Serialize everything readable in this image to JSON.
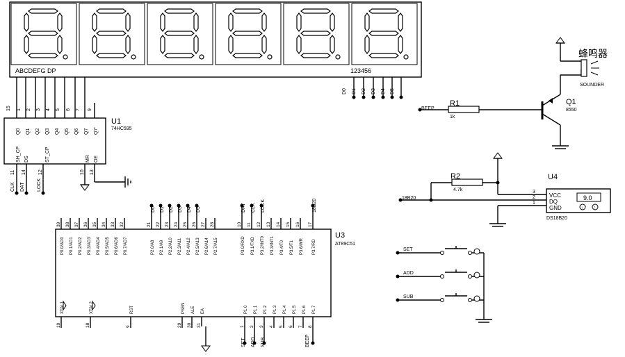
{
  "display": {
    "segment_label": "ABCDEFG DP",
    "digit_label": "123456",
    "digit_pins": [
      "D0",
      "D1",
      "D2",
      "D3",
      "D4",
      "D5"
    ]
  },
  "u1": {
    "ref": "U1",
    "part": "74HC595",
    "top_pin_nums": [
      "15",
      "1",
      "2",
      "3",
      "4",
      "5",
      "6",
      "7",
      "9"
    ],
    "top_pin_names": [
      "Q0",
      "Q1",
      "Q2",
      "Q3",
      "Q4",
      "Q5",
      "Q6",
      "Q7",
      "Q7'"
    ],
    "bottom_pin_names": [
      "SH_CP",
      "DS",
      "ST_CP",
      "MR",
      "OE"
    ],
    "bottom_pin_nums": [
      "11",
      "14",
      "12",
      "10",
      "13"
    ],
    "bottom_nets": [
      "CLK",
      "DAT",
      "LOCK"
    ]
  },
  "u3": {
    "ref": "U3",
    "part": "AT89C51",
    "top_pin_nums": [
      "39",
      "38",
      "37",
      "36",
      "35",
      "34",
      "33",
      "32",
      "21",
      "22",
      "23",
      "24",
      "25",
      "26",
      "27",
      "28",
      "10",
      "11",
      "12",
      "13",
      "14",
      "15",
      "16",
      "17"
    ],
    "top_pin_names": [
      "P0.0/AD0",
      "P0.1/AD1",
      "P0.2/AD2",
      "P0.3/AD3",
      "P0.4/AD4",
      "P0.5/AD5",
      "P0.6/AD6",
      "P0.7/AD7",
      "P2.0/A8",
      "P2.1/A9",
      "P2.2/A10",
      "P2.3/A11",
      "P2.4/A12",
      "P2.5/A13",
      "P2.6/A14",
      "P2.7/A15",
      "P3.0/RXD",
      "P3.1/TXD",
      "P3.2/INT0",
      "P3.3/INT1",
      "P3.4/T0",
      "P3.5/T1",
      "P3.6/WR",
      "P3.7/RD"
    ],
    "top_nets": [
      "D0",
      "D1",
      "D2",
      "D3",
      "D4",
      "D5",
      "DAT",
      "CLK",
      "LOCK",
      "18B20"
    ],
    "bottom_pin_names": [
      "XTAL1",
      "XTAL2",
      "RST",
      "PSEN",
      "ALE",
      "EA",
      "P1.0",
      "P1.1",
      "P1.2",
      "P1.3",
      "P1.4",
      "P1.5",
      "P1.6",
      "P1.7"
    ],
    "bottom_pin_nums": [
      "19",
      "18",
      "9",
      "29",
      "30",
      "31",
      "1",
      "2",
      "3",
      "4",
      "5",
      "6",
      "7",
      "8"
    ],
    "bottom_nets": [
      "SET",
      "ADD",
      "SUB",
      "BEEP"
    ]
  },
  "q1": {
    "ref": "Q1",
    "part": "8550"
  },
  "r1": {
    "ref": "R1",
    "value": "1k"
  },
  "r2": {
    "ref": "R2",
    "value": "4.7k"
  },
  "beep_net": "BEEP",
  "buzzer": {
    "name": "蜂鸣器",
    "label": "SOUNDER"
  },
  "u4": {
    "ref": "U4",
    "part": "DS18B20",
    "pins": [
      "VCC",
      "DQ",
      "GND"
    ],
    "pin_nums": [
      "3",
      "2",
      "1"
    ],
    "reading": "9.0",
    "net": "18B20"
  },
  "buttons": [
    "SET",
    "ADD",
    "SUB"
  ]
}
